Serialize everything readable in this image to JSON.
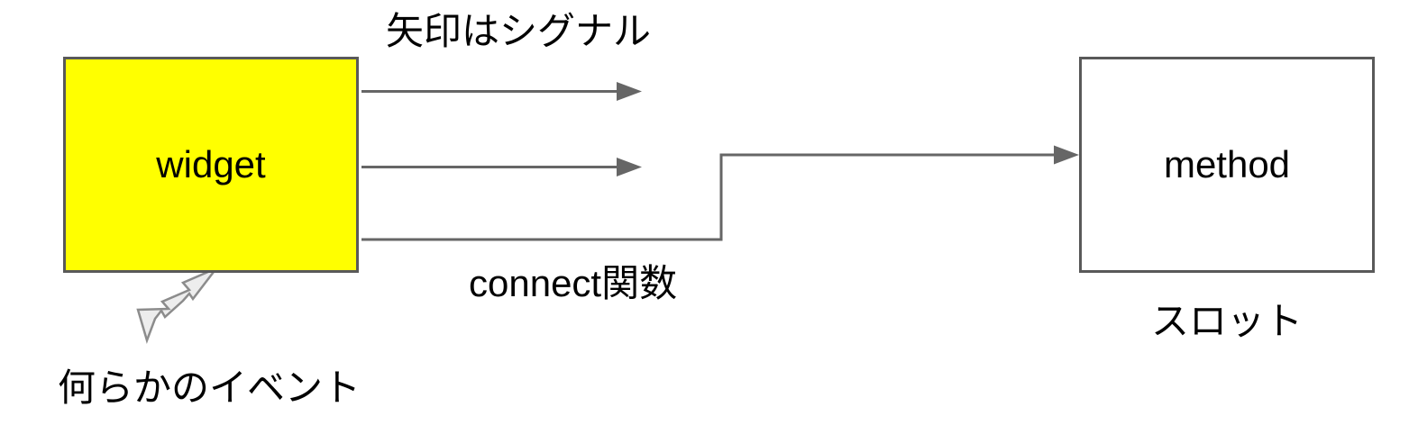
{
  "diagram": {
    "widget_box": {
      "label": "widget"
    },
    "method_box": {
      "label": "method"
    },
    "captions": {
      "signal": "矢印はシグナル",
      "connect": "connect関数",
      "slot": "スロット",
      "event": "何らかのイベント"
    },
    "icons": {
      "lightning_bolt": "lightning-bolt-icon"
    },
    "colors": {
      "background": "#ffffff",
      "widget_fill": "#ffff00",
      "box_border": "#595959",
      "arrow_line": "#666666",
      "bolt_fill": "#ededed",
      "bolt_stroke": "#8c8c8c",
      "text": "#000000"
    }
  }
}
